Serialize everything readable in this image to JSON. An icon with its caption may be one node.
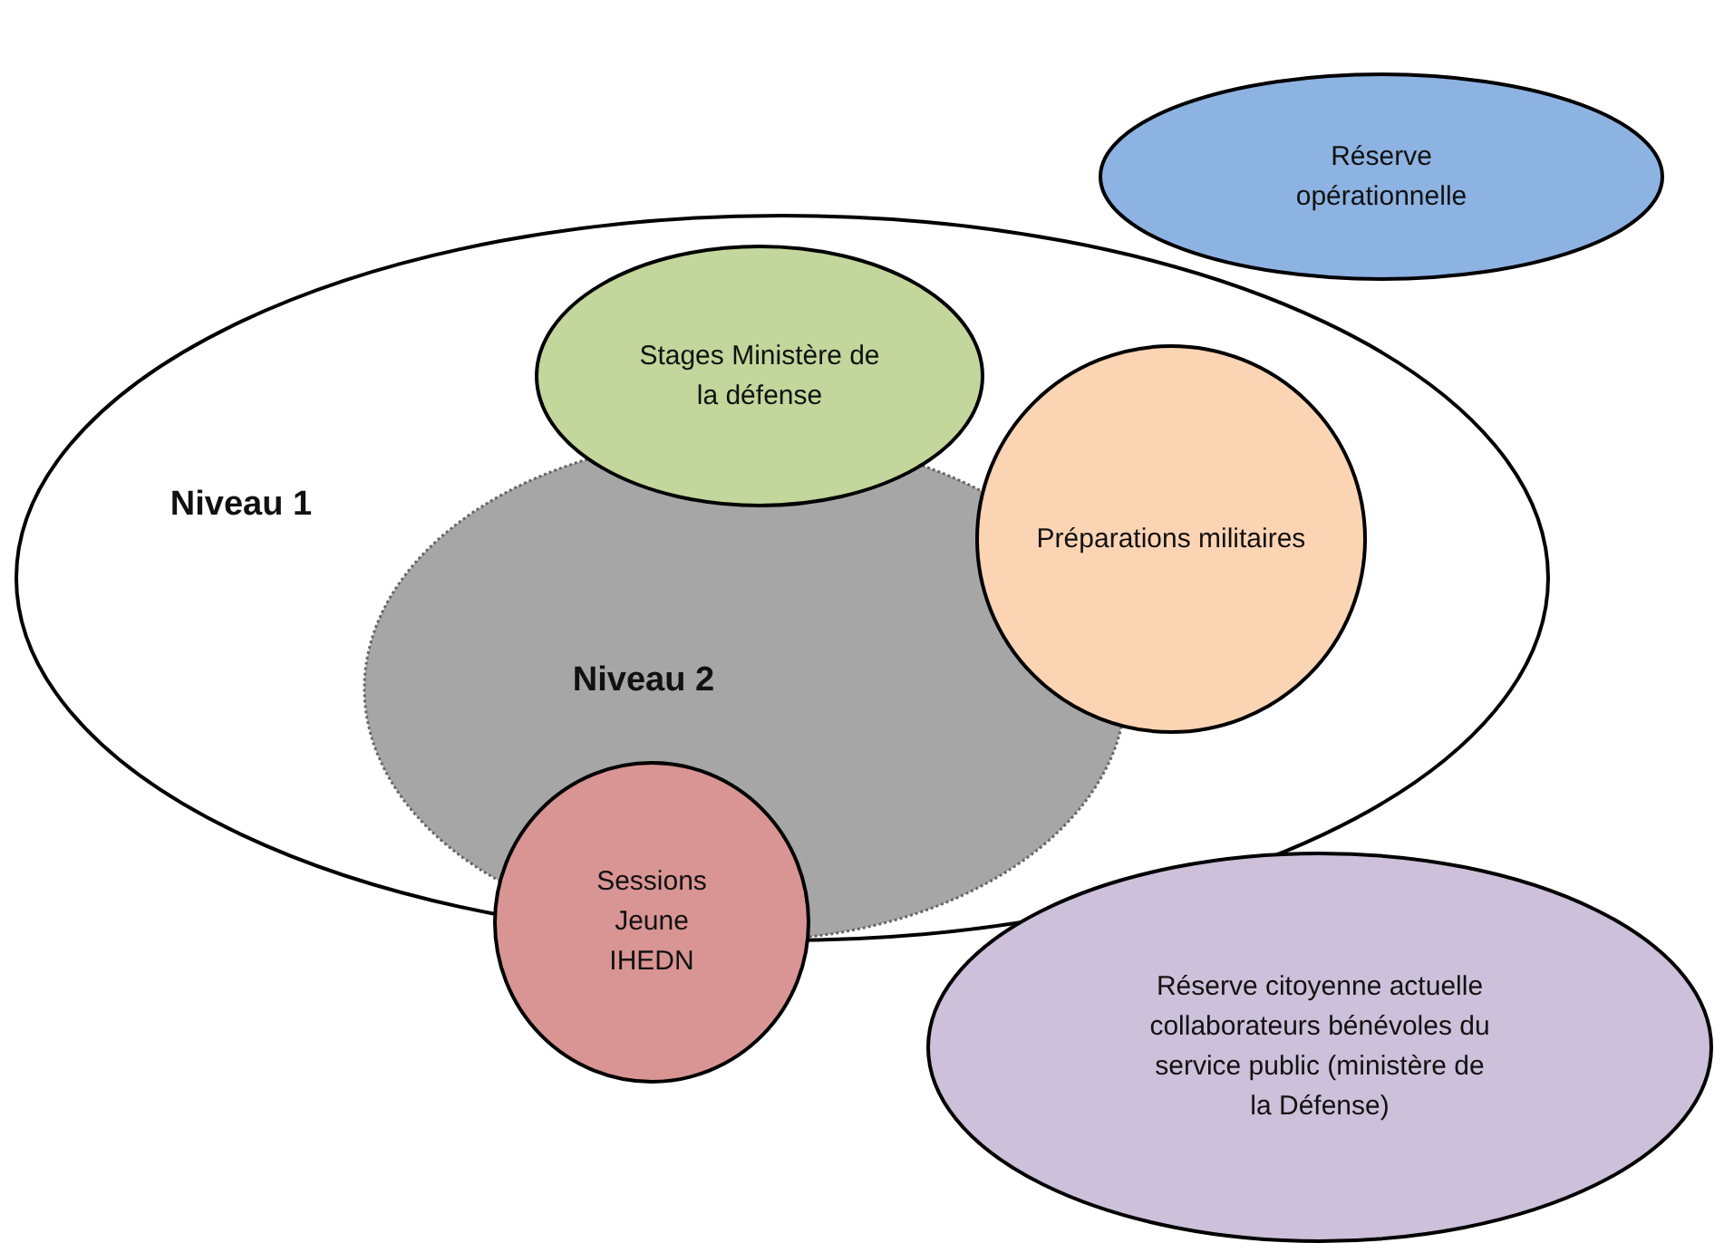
{
  "diagram": {
    "nodes": [
      {
        "text": [
          "Réserve opérationnelle"
        ]
      },
      {
        "text": [
          "Niveau 1"
        ]
      },
      {
        "text": [
          "Stages Ministère de la défense"
        ],
        "in": 1
      },
      {
        "text": [
          "Préparations militaires"
        ],
        "in": 1
      },
      {
        "text": [
          "Niveau 2"
        ],
        "in": 1
      },
      {
        "text": [
          "Sessions Jeune IHEDN"
        ]
      },
      {
        "text": [
          "Réserve citoyenne actuelle collaborateurs bénévoles du service public (ministère de la Défense)"
        ]
      }
    ]
  }
}
